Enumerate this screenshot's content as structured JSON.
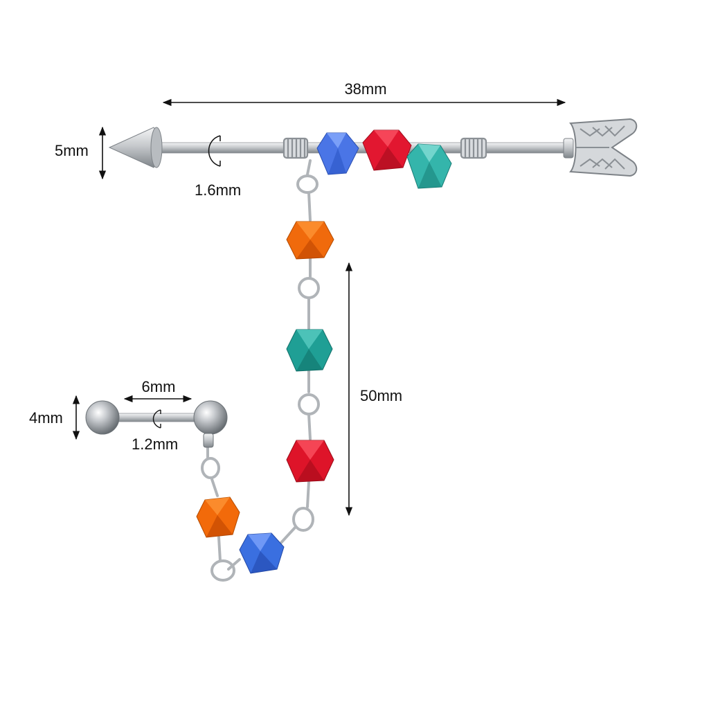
{
  "dimensions": {
    "arrow_length": "38mm",
    "arrow_head_height": "5mm",
    "arrow_gauge": "1.6mm",
    "chain_length": "50mm",
    "barbell_length": "6mm",
    "ball_size": "4mm",
    "barbell_gauge": "1.2mm"
  },
  "colors": {
    "steel": "#c9ccd0",
    "steel_dark": "#8e9398",
    "wire": "#b5b9bd",
    "dim_line": "#111111",
    "blue": "#3a6fe0",
    "red": "#e0172e",
    "teal": "#1f9e95",
    "orange": "#f26a0a"
  },
  "beads_on_arrow": [
    "blue",
    "red",
    "teal"
  ],
  "beads_on_chain": [
    "orange",
    "teal",
    "red",
    "blue",
    "orange"
  ]
}
